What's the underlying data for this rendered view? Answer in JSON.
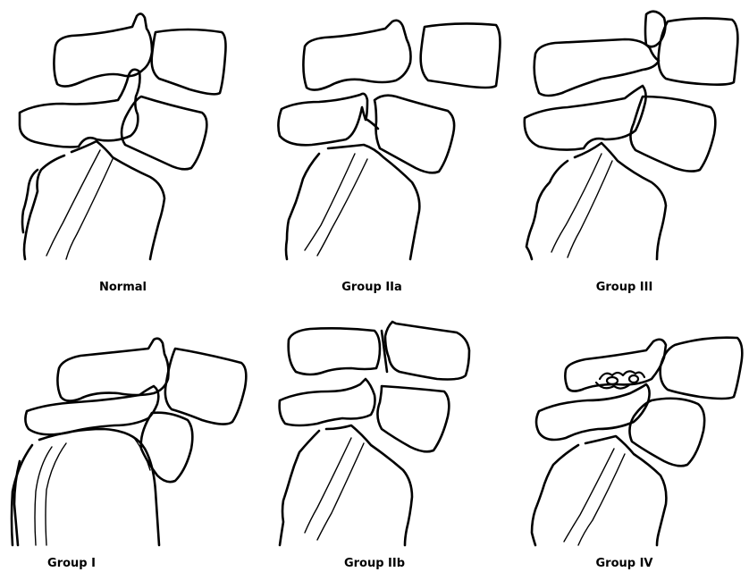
{
  "figure": {
    "panels": [
      {
        "label": "Normal"
      },
      {
        "label": "Group IIa"
      },
      {
        "label": "Group III"
      },
      {
        "label": "Group I"
      },
      {
        "label": "Group IIb"
      },
      {
        "label": "Group IV"
      }
    ]
  }
}
